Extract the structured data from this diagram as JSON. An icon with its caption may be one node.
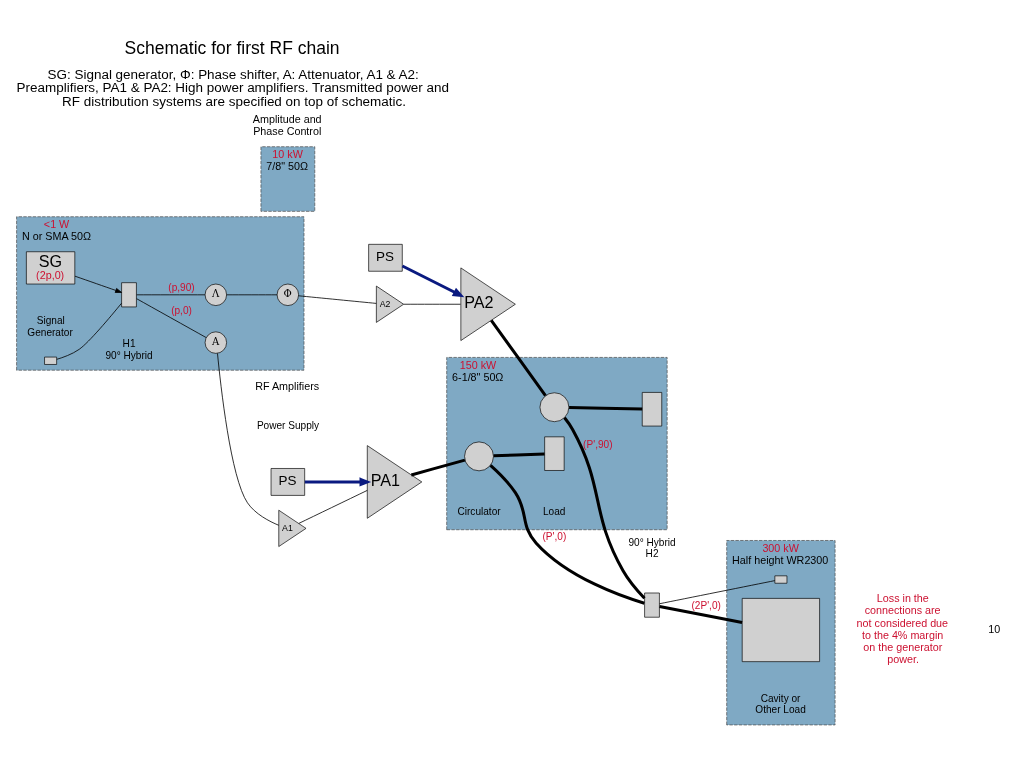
{
  "diagram": {
    "title": "Schematic for first RF chain",
    "caption": "SG: Signal generator, Φ: Phase shifter, A: Attenuator, A1 & A2: Preamplifiers, PA1 & PA2: High power amplifiers. Transmitted power and RF distribution systems are specified on top of schematic.",
    "nodes": [
      {
        "text": [
          "<1 W",
          "N or SMA 50Ω"
        ]
      },
      {
        "text": [
          "10 kW",
          "7/8\" 50Ω"
        ]
      },
      {
        "text": [
          "150 kW",
          "6-1/8\" 50Ω"
        ]
      },
      {
        "text": [
          "300 kW",
          "Half height WR2300"
        ]
      },
      {
        "text": [
          "SG",
          "(2p,0)"
        ],
        "beside": [
          "Signal Generator"
        ],
        "in": 0
      },
      {
        "text": [],
        "shape": "box",
        "beside": [
          "H1",
          "90° Hybrid"
        ],
        "in": 0
      },
      {
        "text": [],
        "shape": "box",
        "in": 0
      },
      {
        "text": [
          "A"
        ],
        "in": 0
      },
      {
        "text": [
          "Λ"
        ],
        "in": 0
      },
      {
        "text": [
          "Φ"
        ],
        "in": 0
      },
      {
        "text": [
          "A1"
        ]
      },
      {
        "text": [
          "A2"
        ]
      },
      {
        "text": [
          "PA1"
        ]
      },
      {
        "text": [
          "PA2"
        ]
      },
      {
        "text": [
          "PS"
        ],
        "beside": [
          "Power Supply"
        ]
      },
      {
        "text": [
          "PS"
        ]
      },
      {
        "text": [],
        "shape": "circle",
        "beside": [
          "Circulator"
        ],
        "in": 2
      },
      {
        "text": [],
        "shape": "box",
        "beside": [
          "Load"
        ],
        "in": 2
      },
      {
        "text": [],
        "shape": "circle",
        "in": 2
      },
      {
        "text": [],
        "shape": "box",
        "in": 2
      },
      {
        "text": [],
        "shape": "box",
        "beside": [
          "90° Hybrid",
          "H2"
        ]
      },
      {
        "text": [],
        "shape": "box",
        "in": 3
      },
      {
        "text": [],
        "shape": "box",
        "beside": [
          "Cavity or Other Load"
        ],
        "in": 3
      }
    ],
    "edges": [
      {
        "from": 4,
        "to": 5,
        "arrow": "to"
      },
      {
        "from": 6,
        "to": 5,
        "arrow": "none"
      },
      {
        "from": 5,
        "to": 7,
        "arrow": "none",
        "label": "(p,0)"
      },
      {
        "from": 7,
        "to": 10,
        "arrow": "none"
      },
      {
        "from": 5,
        "to": 8,
        "arrow": "none",
        "label": "(p,90)"
      },
      {
        "from": 8,
        "to": 9,
        "arrow": "none"
      },
      {
        "from": 9,
        "to": 11,
        "arrow": "none"
      },
      {
        "from": 10,
        "to": 12,
        "arrow": "none"
      },
      {
        "from": 11,
        "to": 13,
        "arrow": "none"
      },
      {
        "from": 14,
        "to": 12,
        "arrow": "to",
        "style": "thick",
        "color": "#0a1a80"
      },
      {
        "from": 15,
        "to": 13,
        "arrow": "to",
        "style": "thick",
        "color": "#0a1a80"
      },
      {
        "from": 12,
        "to": 16,
        "arrow": "none",
        "style": "thick"
      },
      {
        "from": 16,
        "to": 17,
        "arrow": "none",
        "style": "thick"
      },
      {
        "from": 13,
        "to": 18,
        "arrow": "none",
        "style": "thick"
      },
      {
        "from": 18,
        "to": 19,
        "arrow": "none",
        "style": "thick"
      },
      {
        "from": 16,
        "to": 20,
        "arrow": "none",
        "style": "thick",
        "label": "(P',0)"
      },
      {
        "from": 18,
        "to": 20,
        "arrow": "none",
        "style": "thick",
        "label": "(P',90)"
      },
      {
        "from": 20,
        "to": 21,
        "arrow": "none"
      },
      {
        "from": 20,
        "to": 22,
        "arrow": "none",
        "style": "thick",
        "label": "(2P',0)"
      }
    ],
    "labels": [
      "RF Amplifiers",
      "Amplitude and Phase Control",
      "Loss in the connections are not considered due to the 4% margin on the generator power.",
      "10"
    ]
  }
}
